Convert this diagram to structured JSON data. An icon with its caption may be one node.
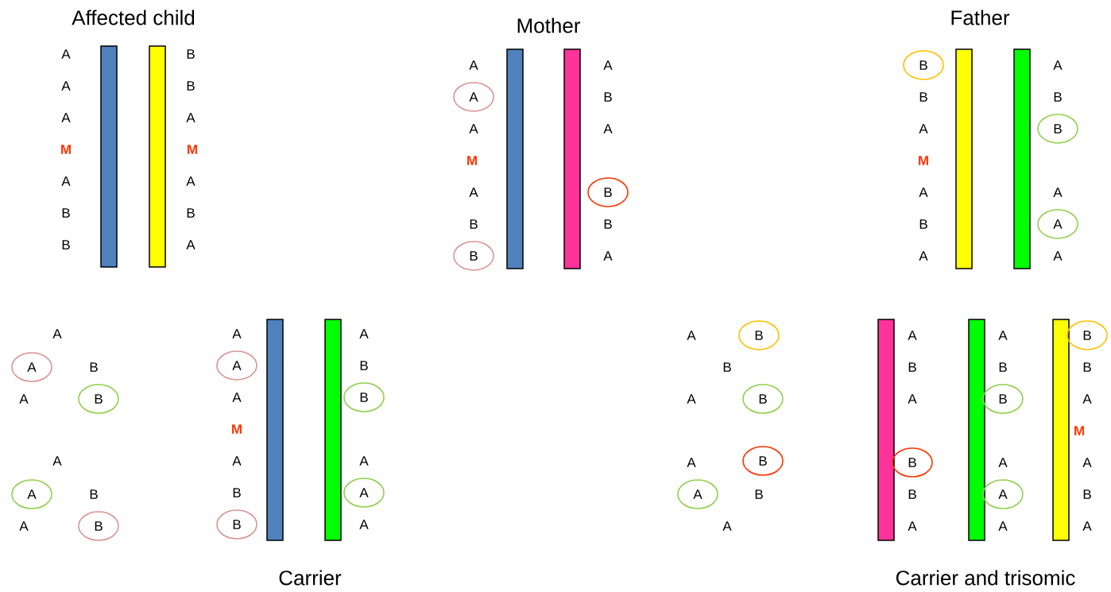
{
  "diagram": {
    "nodes": [
      {
        "text": [
          "A"
        ]
      },
      {
        "text": [
          "B"
        ]
      },
      {
        "text": [
          "B"
        ]
      },
      {
        "text": [
          "B"
        ]
      },
      {
        "text": [
          "B"
        ]
      },
      {
        "text": [
          "A"
        ]
      },
      {
        "text": [
          "A"
        ]
      },
      {
        "text": [
          "B"
        ]
      },
      {
        "text": [
          "A"
        ]
      },
      {
        "text": [
          "B"
        ]
      },
      {
        "text": [
          "A"
        ]
      },
      {
        "text": [
          "B"
        ]
      },
      {
        "text": [
          "B"
        ]
      },
      {
        "text": [
          "A"
        ]
      },
      {
        "text": [
          "B"
        ]
      },
      {
        "text": [
          "B"
        ]
      },
      {
        "text": [
          "B"
        ]
      },
      {
        "text": [
          "A"
        ]
      },
      {
        "text": [
          "B"
        ]
      },
      {
        "text": [
          "B"
        ]
      },
      {
        "text": [
          "A"
        ]
      },
      {
        "text": [
          "B"
        ]
      },
      {
        "text": [],
        "shape": "bar"
      },
      {
        "text": [],
        "shape": "bar"
      },
      {
        "text": [],
        "shape": "bar"
      },
      {
        "text": [],
        "shape": "bar"
      },
      {
        "text": [],
        "shape": "bar"
      },
      {
        "text": [],
        "shape": "bar"
      },
      {
        "text": [],
        "shape": "bar"
      },
      {
        "text": [],
        "shape": "bar"
      },
      {
        "text": [],
        "shape": "bar"
      },
      {
        "text": [],
        "shape": "bar"
      },
      {
        "text": [],
        "shape": "bar"
      }
    ],
    "labels": [
      "Affected child",
      "A",
      "A",
      "A",
      "M",
      "A",
      "B",
      "B",
      "B",
      "B",
      "A",
      "M",
      "A",
      "B",
      "A",
      "Mother",
      "A",
      "A",
      "M",
      "A",
      "B",
      "A",
      "B",
      "A",
      "B",
      "A",
      "Father",
      "B",
      "A",
      "M",
      "A",
      "B",
      "A",
      "A",
      "B",
      "A",
      "A",
      "A",
      "B",
      "A",
      "A",
      "B",
      "A",
      "A",
      "A",
      "M",
      "A",
      "B",
      "A",
      "B",
      "A",
      "A",
      "Carrier",
      "A",
      "B",
      "A",
      "A",
      "B",
      "A",
      "A",
      "B",
      "A",
      "B",
      "A",
      "A",
      "B",
      "A",
      "A",
      "B",
      "A",
      "M",
      "A",
      "B",
      "A",
      "Carrier and trisomic"
    ]
  }
}
